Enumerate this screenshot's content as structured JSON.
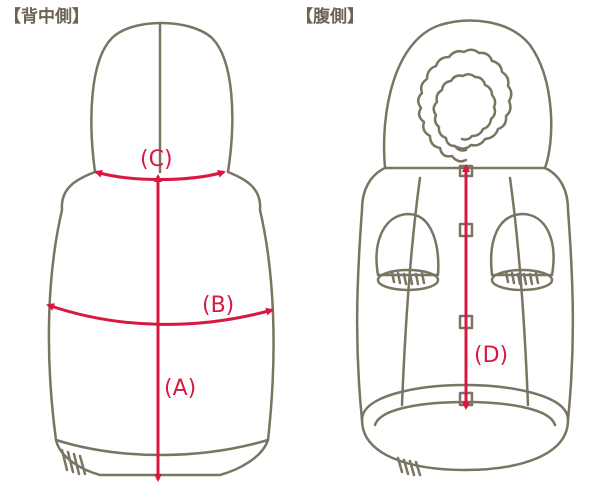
{
  "titles": {
    "back": "【背中側】",
    "belly": "【腹側】"
  },
  "labels": {
    "a": "(A)",
    "b": "(B)",
    "c": "(C)",
    "d": "(D)"
  },
  "colors": {
    "outline": "#7a7562",
    "measure": "#d7193f"
  }
}
